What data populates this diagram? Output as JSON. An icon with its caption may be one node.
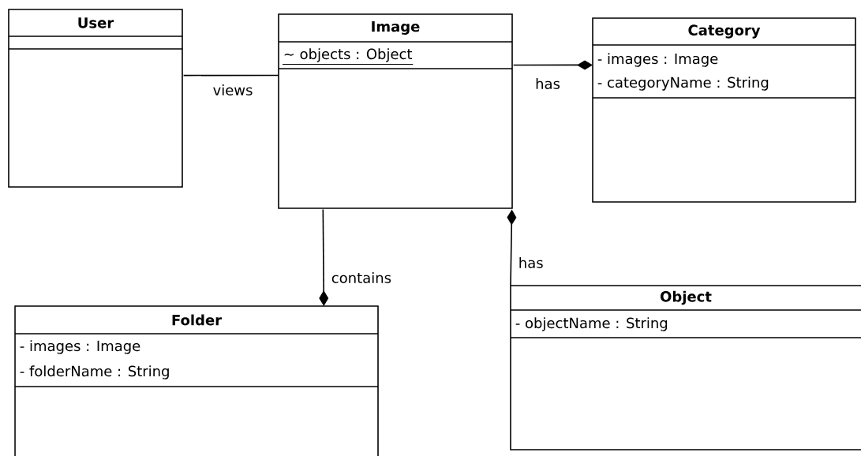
{
  "diagram": {
    "nodes": [
      {
        "text": [
          "User"
        ]
      },
      {
        "text": [
          "Image",
          "~ objects : Object"
        ]
      },
      {
        "text": [
          "Category",
          "- images : Image",
          "- categoryName : String"
        ]
      },
      {
        "text": [
          "Folder",
          "- images : Image",
          "- folderName : String"
        ]
      },
      {
        "text": [
          "Object",
          "- objectName : String"
        ]
      }
    ],
    "edges": [
      {
        "from": 0,
        "to": 1,
        "arrow": "none",
        "label": "views"
      },
      {
        "from": 1,
        "to": 2,
        "arrow": "other",
        "label": "has"
      },
      {
        "from": 1,
        "to": 3,
        "arrow": "other",
        "label": "contains"
      },
      {
        "from": 4,
        "to": 1,
        "arrow": "other",
        "label": "has"
      }
    ]
  }
}
